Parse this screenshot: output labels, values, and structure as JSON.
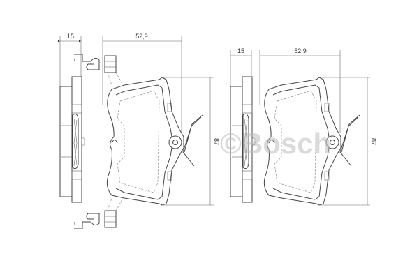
{
  "watermark": "©Bosch",
  "left_view": {
    "thickness_label": "15",
    "width_label": "52,9",
    "height_label": "87"
  },
  "right_view": {
    "thickness_label": "15",
    "width_label": "52,9",
    "height_label": "87"
  }
}
